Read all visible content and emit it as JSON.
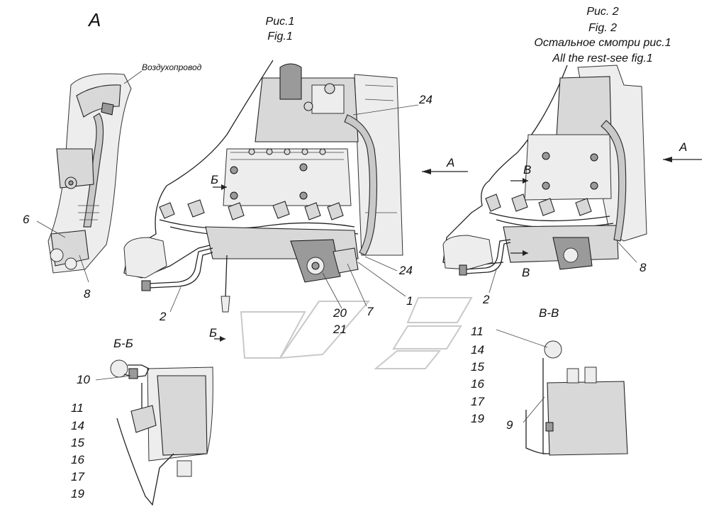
{
  "view_a": {
    "letter": "А",
    "airduct_label": "Воздухопровод",
    "callouts": [
      "6",
      "8"
    ]
  },
  "fig1": {
    "caption_ru": "Рис.1",
    "caption_en": "Fig.1",
    "arrow_label": "А",
    "section_marks": [
      "Б",
      "Б"
    ],
    "callouts": [
      "24",
      "24",
      "1",
      "7",
      "20",
      "21",
      "2"
    ]
  },
  "fig2": {
    "caption_ru": "Рис. 2",
    "caption_en": "Fig. 2",
    "note_ru": "Остальное смотри рис.1",
    "note_en": "All the rest-see fig.1",
    "arrow_label": "А",
    "section_marks": [
      "В",
      "В"
    ],
    "callouts": [
      "2",
      "8"
    ]
  },
  "section_bb": {
    "title": "Б-Б",
    "callouts": [
      "10",
      "11",
      "14",
      "15",
      "16",
      "17",
      "19"
    ]
  },
  "section_vv": {
    "title": "В-В",
    "callouts": [
      "11",
      "14",
      "15",
      "16",
      "17",
      "19",
      "9"
    ]
  }
}
